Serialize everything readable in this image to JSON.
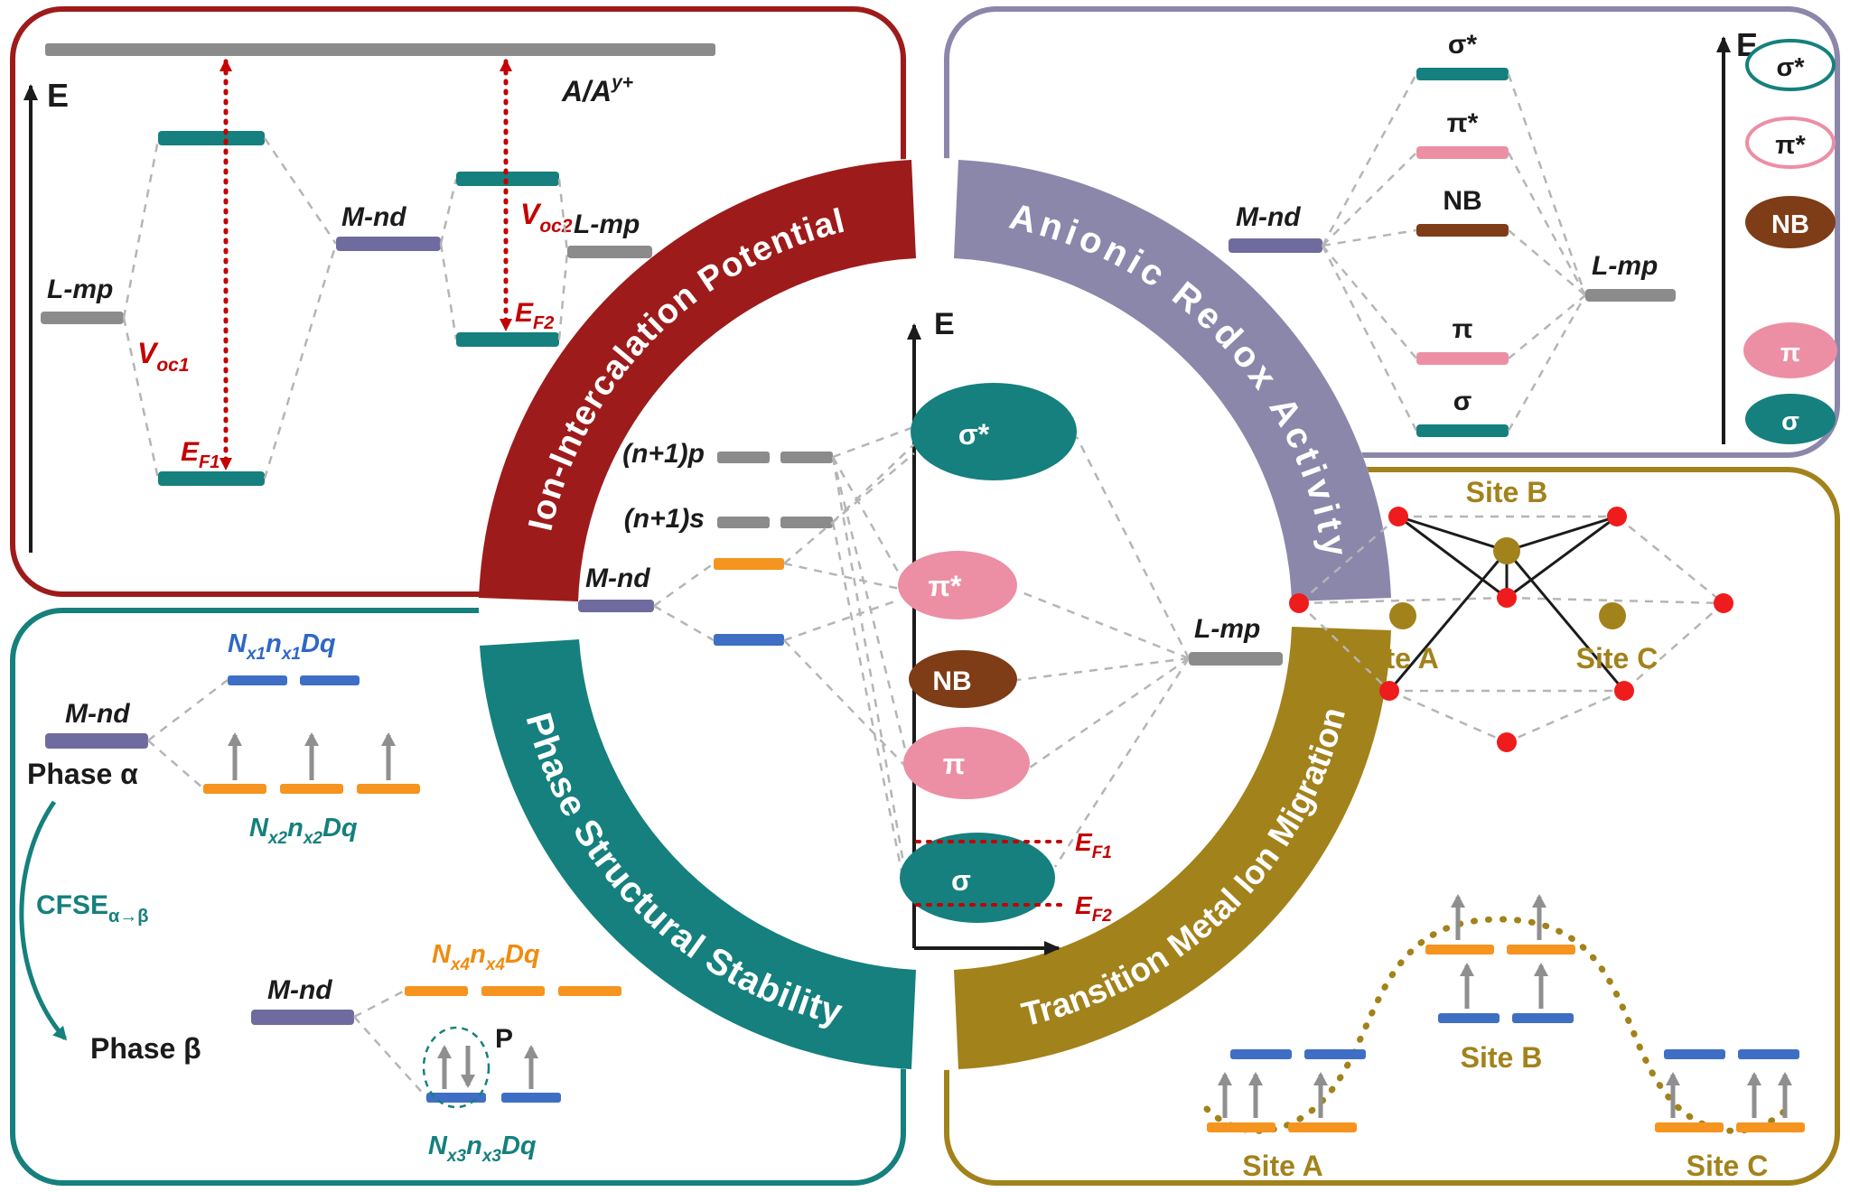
{
  "ring": {
    "ion_title": "Ion-Intercalation Potential",
    "anionic_title": "Anionic Redox Activity",
    "phase_title": "Phase Structural Stability",
    "migration_title": "Transition Metal Ion Migration"
  },
  "colors": {
    "dark_red": "#9e1b1b",
    "slate_purple": "#8b87ab",
    "teal": "#15807d",
    "olive": "#a2821b",
    "gray_level": "#8b8b8b",
    "purple_level": "#6f6b9e",
    "orange_level": "#f5941f",
    "blue_level": "#3e6fc4",
    "pink": "#ec8fa4",
    "brown": "#7e3c17",
    "red_dot": "#ee1c1c",
    "annotation_red": "#c40000"
  },
  "ion_panel": {
    "axis": "E",
    "electrode_base": "A/A",
    "electrode_sup": "y+",
    "lmp_left": "L-mp",
    "mnd": "M-nd",
    "lmp_right": "L-mp",
    "voc1_base": "V",
    "voc1_sub": "oc1",
    "voc2_base": "V",
    "voc2_sub": "oc2",
    "ef1_base": "E",
    "ef1_sub": "F1",
    "ef2_base": "E",
    "ef2_sub": "F2"
  },
  "anionic_panel": {
    "mnd": "M-nd",
    "lmp": "L-mp",
    "axis": "E",
    "mo_sigma_star": "σ*",
    "mo_pi_star": "π*",
    "mo_nb": "NB",
    "mo_pi": "π",
    "mo_sigma": "σ",
    "dos_sigma_star": "σ*",
    "dos_pi_star": "π*",
    "dos_nb": "NB",
    "dos_pi": "π",
    "dos_sigma": "σ"
  },
  "phase_panel": {
    "mnd_alpha": "M-nd",
    "phase_alpha": "Phase α",
    "mnd_beta": "M-nd",
    "phase_beta": "Phase β",
    "nx1": {
      "n1": "N",
      "s1": "x1",
      "n2": "n",
      "s2": "x1",
      "dq": "Dq"
    },
    "nx2": {
      "n1": "N",
      "s1": "x2",
      "n2": "n",
      "s2": "x2",
      "dq": "Dq"
    },
    "nx3": {
      "n1": "N",
      "s1": "x3",
      "n2": "n",
      "s2": "x3",
      "dq": "Dq"
    },
    "nx4": {
      "n1": "N",
      "s1": "x4",
      "n2": "n",
      "s2": "x4",
      "dq": "Dq"
    },
    "cfse_base": "CFSE",
    "cfse_sub": "α→β",
    "pairing": "P"
  },
  "migration_panel": {
    "site_a": "Site A",
    "site_b": "Site B",
    "site_c": "Site C",
    "diagram_site_a": "Site A",
    "diagram_site_b": "Site B",
    "diagram_site_c": "Site C"
  },
  "center": {
    "axis": "E",
    "np": "(n+1)p",
    "ns": "(n+1)s",
    "mnd": "M-nd",
    "lmp": "L-mp",
    "sigma_star": "σ*",
    "pi_star": "π*",
    "nb": "NB",
    "pi": "π",
    "sigma": "σ",
    "ef1_base": "E",
    "ef1_sub": "F1",
    "ef2_base": "E",
    "ef2_sub": "F2"
  }
}
